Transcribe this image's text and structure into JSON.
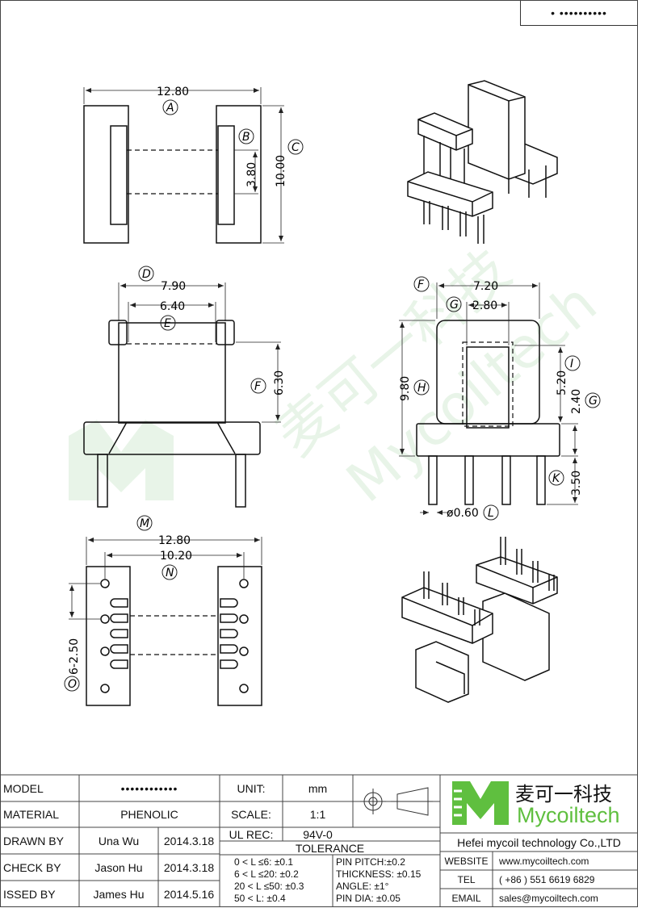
{
  "part_no_box": "• ••••••••••",
  "views": {
    "top": {
      "dim_A": "12.80",
      "dim_B_text": "3.80",
      "dim_C_text": "10.00",
      "labels": {
        "A": "A",
        "B": "B",
        "C": "C"
      }
    },
    "front": {
      "dim_D": "7.90",
      "dim_E": "6.40",
      "dim_F": "6.30",
      "labels": {
        "D": "D",
        "E": "E",
        "F": "F"
      }
    },
    "side": {
      "dim_F": "7.20",
      "dim_G": "2.80",
      "dim_H": "9.80",
      "dim_I": "5.20",
      "dim_G2": "2.40",
      "dim_K": "3.50",
      "dim_L": "ø0.60",
      "labels": {
        "F": "F",
        "G": "G",
        "H": "H",
        "I": "I",
        "G2": "G",
        "K": "K",
        "L": "L"
      }
    },
    "bottom": {
      "dim_M": "12.80",
      "dim_N": "10.20",
      "dim_O": "6-2.50",
      "labels": {
        "M": "M",
        "N": "N",
        "O": "O"
      }
    }
  },
  "watermark": {
    "cn": "麦可一科技",
    "en": "Mycoiltech"
  },
  "title_block": {
    "model_label": "MODEL",
    "model_value": "••••••••••••",
    "material_label": "MATERIAL",
    "material_value": "PHENOLIC",
    "drawn_label": "DRAWN BY",
    "drawn_name": "Una Wu",
    "drawn_date": "2014.3.18",
    "check_label": "CHECK BY",
    "check_name": "Jason Hu",
    "check_date": "2014.3.18",
    "issued_label": "ISSED BY",
    "issued_name": "James Hu",
    "issued_date": "2014.5.16",
    "unit_label": "UNIT:",
    "unit_value": "mm",
    "scale_label": "SCALE:",
    "scale_value": "1:1",
    "ulrec_label": "UL REC:",
    "ulrec_value": "94V-0",
    "tolerance_title": "TOLERANCE",
    "tolerances": [
      "0 < L ≤6:  ±0.1",
      "6 < L ≤20:  ±0.2",
      "20 < L ≤50:  ±0.3",
      "50 < L:  ±0.4"
    ],
    "pin_specs": [
      "PIN PITCH:±0.2",
      "THICKNESS:  ±0.15",
      "ANGLE:  ±1°",
      "PIN DIA:  ±0.05"
    ],
    "logo_cn": "麦可一科技",
    "logo_en": "Mycoiltech",
    "company": "Hefei mycoil technology Co.,LTD",
    "website_label": "WEBSITE",
    "website_value": "www.mycoiltech.com",
    "tel_label": "TEL",
    "tel_value": "( +86 ) 551 6619 6829",
    "email_label": "EMAIL",
    "email_value": "sales@mycoiltech.com",
    "logo_color": "#5fbf3f"
  }
}
